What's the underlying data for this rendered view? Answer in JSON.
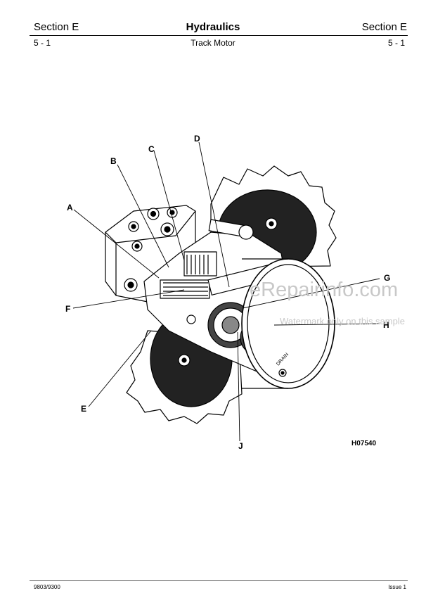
{
  "header": {
    "section_left": "Section E",
    "title": "Hydraulics",
    "section_right": "Section E",
    "page_left": "5 - 1",
    "subtitle": "Track Motor",
    "page_right": "5 - 1"
  },
  "figure": {
    "callouts": [
      "A",
      "B",
      "C",
      "D",
      "E",
      "F",
      "G",
      "H",
      "J"
    ],
    "drain_label": "DRAIN",
    "figure_ref": "H07540"
  },
  "watermark": {
    "line1": "eRepairinfo.com",
    "line2": "Watermark only on this sample"
  },
  "footer": {
    "left": "9803/9300",
    "right": "Issue 1"
  }
}
